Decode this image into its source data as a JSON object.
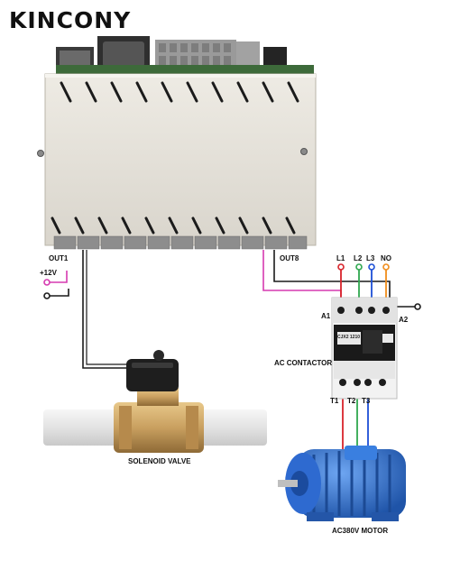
{
  "brand": {
    "name": "KINCONY"
  },
  "controller": {
    "out1_label": "OUT1",
    "out8_label": "OUT8",
    "supply_label": "+12V"
  },
  "contactor": {
    "title": "AC CONTACTOR",
    "model_text": "CJX2 1210",
    "line_terminals": [
      "L1",
      "L2",
      "L3",
      "NO"
    ],
    "coil_terminals": [
      "A1",
      "A2"
    ],
    "load_terminals": [
      "T1",
      "T2",
      "T3"
    ]
  },
  "valve": {
    "label": "SOLENOID VALVE"
  },
  "motor": {
    "label": "AC380V MOTOR"
  },
  "colors": {
    "wire_black": "#1a1a1a",
    "wire_pink": "#d63ab0",
    "phase_l1": "#d8232a",
    "phase_l2": "#2fa84f",
    "phase_l3": "#1c4fd6",
    "neutral": "#f08c1a",
    "enclosure": "#e7e4dc",
    "motor_blue": "#2a6fd0"
  }
}
